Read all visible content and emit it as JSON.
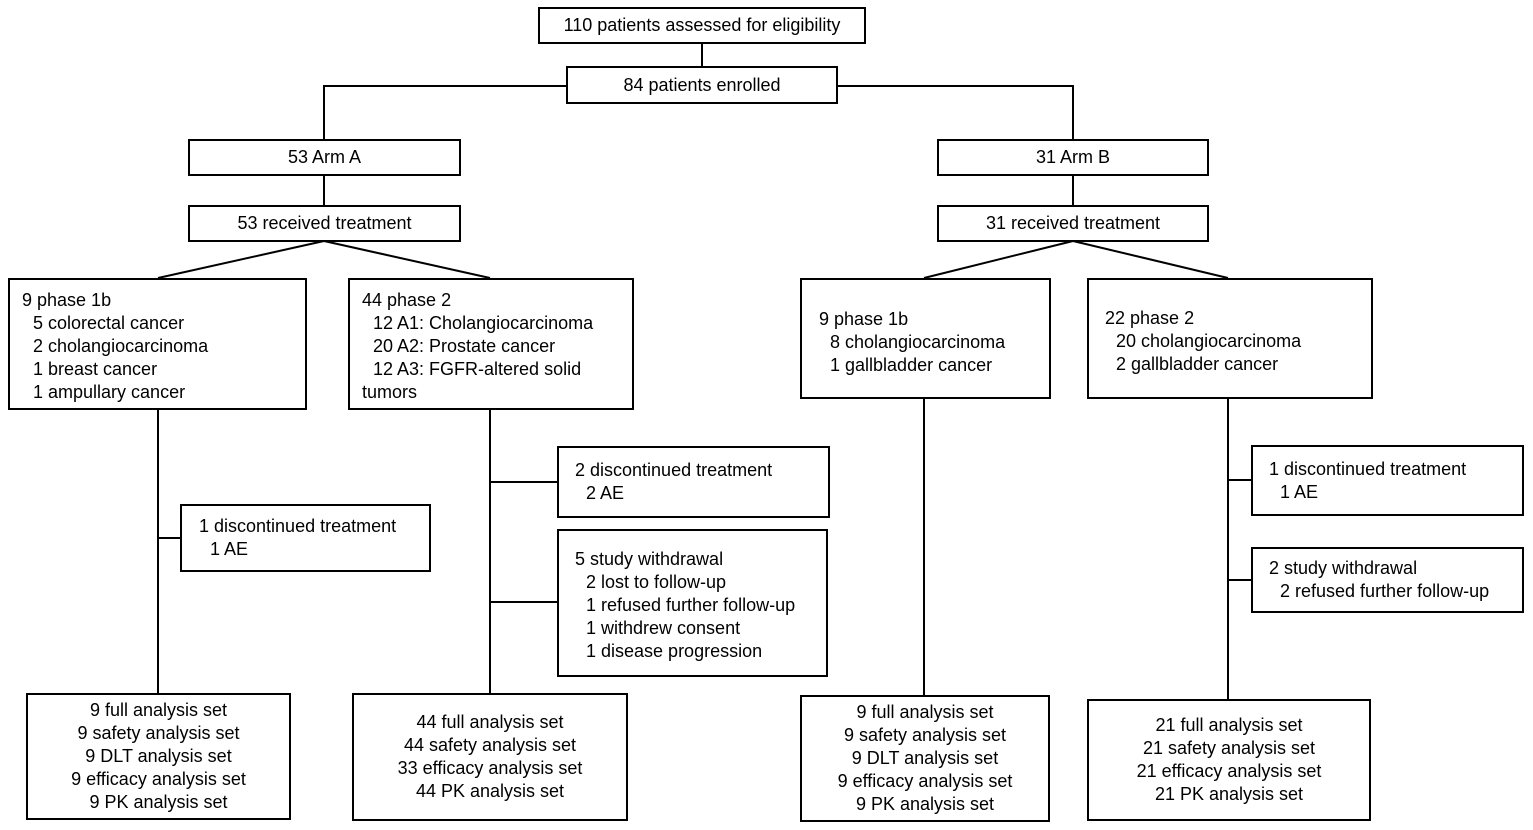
{
  "assessed": "110 patients assessed for eligibility",
  "enrolled": "84 patients enrolled",
  "arm_a": {
    "title": "53 Arm A",
    "treated": "53 received treatment",
    "phase1b": {
      "title": "9 phase 1b",
      "items": [
        "5 colorectal cancer",
        "2 cholangiocarcinoma",
        "1 breast cancer",
        "1 ampullary cancer"
      ],
      "discontinued": {
        "title": "1 discontinued treatment",
        "items": [
          "1 AE"
        ]
      },
      "analysis": [
        "9 full analysis set",
        "9 safety analysis set",
        "9 DLT analysis set",
        "9 efficacy analysis set",
        "9 PK analysis set"
      ]
    },
    "phase2": {
      "title": "44 phase 2",
      "items": [
        "12 A1: Cholangiocarcinoma",
        "20 A2: Prostate cancer",
        "12 A3: FGFR-altered solid"
      ],
      "items_cont": "tumors",
      "discontinued": {
        "title": "2 discontinued treatment",
        "items": [
          "2 AE"
        ]
      },
      "withdrawal": {
        "title": "5 study withdrawal",
        "items": [
          "2 lost to follow-up",
          "1 refused further follow-up",
          "1 withdrew consent",
          "1 disease progression"
        ]
      },
      "analysis": [
        "44 full analysis set",
        "44 safety analysis set",
        "33 efficacy analysis set",
        "44 PK analysis set"
      ]
    }
  },
  "arm_b": {
    "title": "31 Arm B",
    "treated": "31 received treatment",
    "phase1b": {
      "title": "9 phase 1b",
      "items": [
        "8 cholangiocarcinoma",
        "1 gallbladder cancer"
      ],
      "analysis": [
        "9 full analysis set",
        "9 safety analysis set",
        "9 DLT analysis set",
        "9 efficacy analysis set",
        "9 PK analysis set"
      ]
    },
    "phase2": {
      "title": "22 phase 2",
      "items": [
        "20 cholangiocarcinoma",
        "2 gallbladder cancer"
      ],
      "discontinued": {
        "title": "1 discontinued treatment",
        "items": [
          "1 AE"
        ]
      },
      "withdrawal": {
        "title": "2 study withdrawal",
        "items": [
          "2 refused further follow-up"
        ]
      },
      "analysis": [
        "21 full analysis set",
        "21 safety analysis set",
        "21 efficacy analysis set",
        "21 PK analysis set"
      ]
    }
  }
}
